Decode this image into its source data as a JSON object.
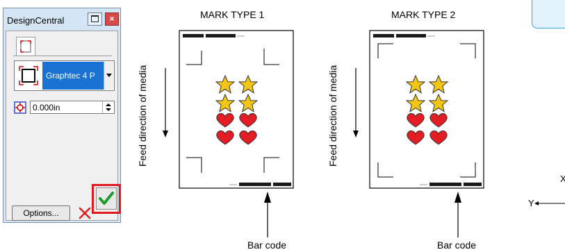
{
  "panel": {
    "title": "DesignCentral",
    "close_glyph": "×",
    "dropdown_value": "Graphtec 4 P",
    "offset_value": "0.000in",
    "options_label": "Options..."
  },
  "diagram": {
    "mark_type_1": "MARK TYPE 1",
    "mark_type_2": "MARK TYPE 2",
    "feed_label_1": "Feed direction of media",
    "feed_label_2": "Feed direction of media",
    "barcode_label_1": "Bar code",
    "barcode_label_2": "Bar code",
    "axis_x": "X",
    "axis_y": "Y"
  },
  "colors": {
    "highlight": "#e0191f",
    "selection": "#1a72d2",
    "star": "#f3c614",
    "heart": "#e41c24"
  }
}
